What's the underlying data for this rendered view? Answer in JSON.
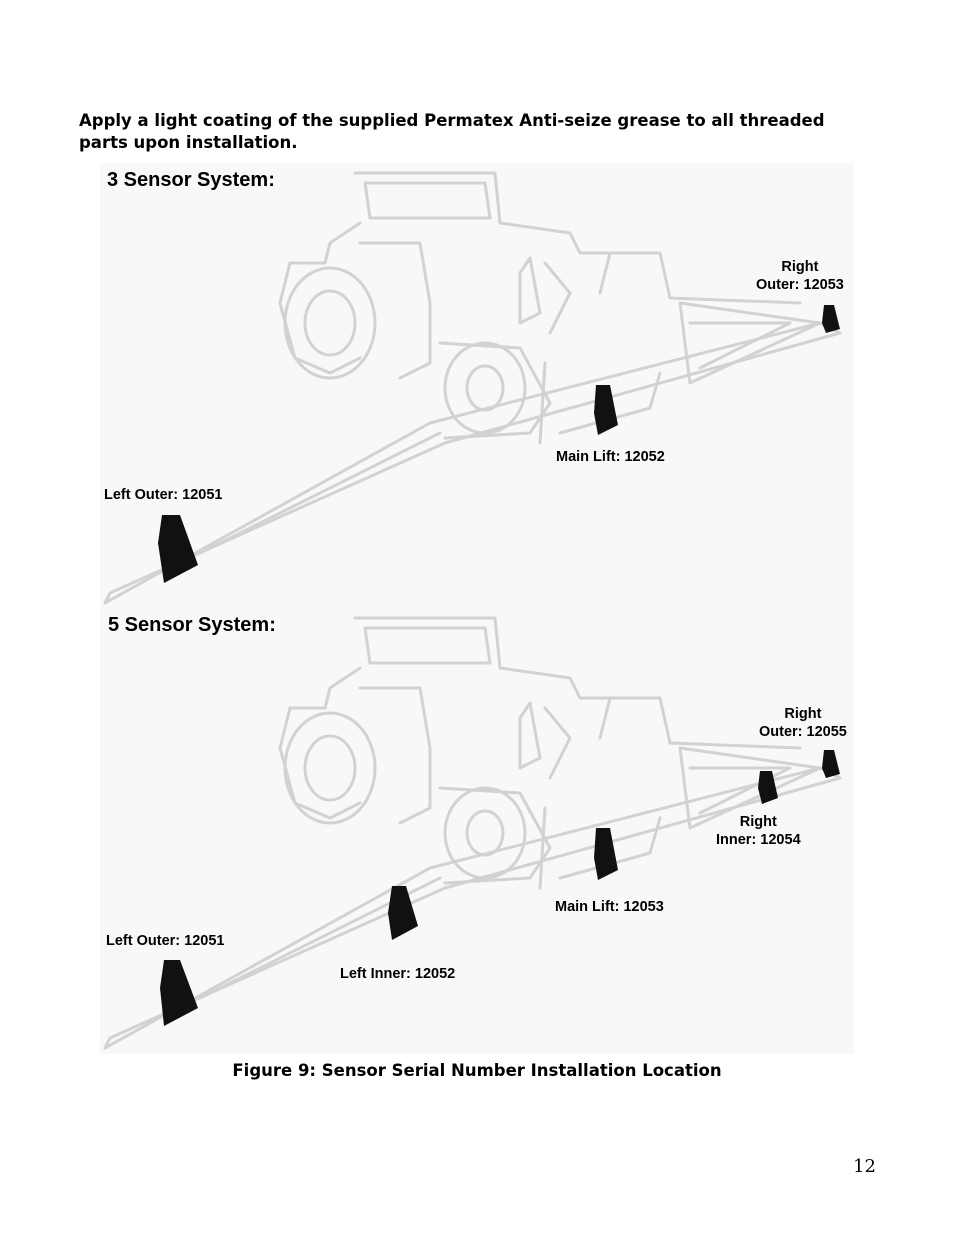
{
  "instruction": "Apply a light coating of the supplied Permatex Anti-seize grease to all threaded parts upon installation.",
  "systems": [
    {
      "title": "3 Sensor System:",
      "sensors": [
        {
          "line1": "Right",
          "line2": "Outer: 12053"
        },
        {
          "line1": "Main Lift: 12052"
        },
        {
          "line1": "Left Outer: 12051"
        }
      ]
    },
    {
      "title": "5 Sensor System:",
      "sensors": [
        {
          "line1": "Right",
          "line2": "Outer: 12055"
        },
        {
          "line1": "Right",
          "line2": "Inner: 12054"
        },
        {
          "line1": "Main Lift: 12053"
        },
        {
          "line1": "Left Outer: 12051"
        },
        {
          "line1": "Left Inner: 12052"
        }
      ]
    }
  ],
  "caption": "Figure 9: Sensor Serial Number Installation Location",
  "page_number": "12",
  "colors": {
    "outline": "#d2d2d2",
    "sensor": "#111111",
    "figure_bg": "#f8f8f8"
  }
}
